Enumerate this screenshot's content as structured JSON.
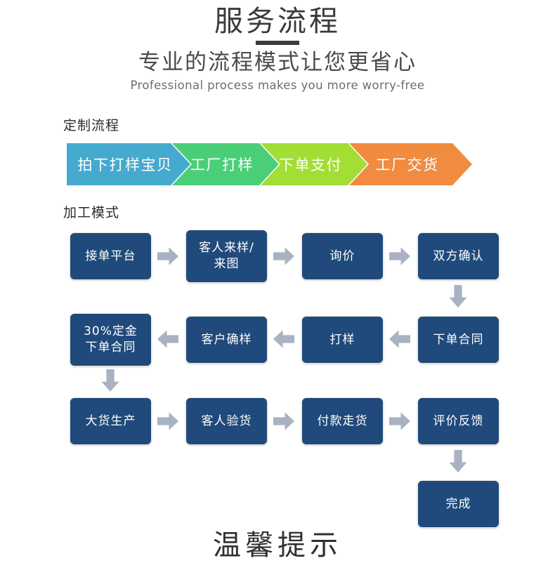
{
  "header": {
    "main_title": "服务流程",
    "sub_title": "专业的流程模式让您更省心",
    "sub_en": "Professional process makes you more worry-free"
  },
  "sections": {
    "custom_label": "定制流程",
    "process_label": "加工模式"
  },
  "ribbon": {
    "steps": [
      {
        "label": "拍下打样宝贝",
        "color": "#45AACE"
      },
      {
        "label": "工厂打样",
        "color": "#4ACF78"
      },
      {
        "label": "下单支付",
        "color": "#A2DE34"
      },
      {
        "label": "工厂交货",
        "color": "#F08B40"
      }
    ]
  },
  "flow": {
    "node_color": "#204A7B",
    "arrow_color": "#A9B2C2",
    "row1": [
      {
        "label": "接单平台"
      },
      {
        "label": "客人来样/\n来图",
        "line1": "客人来样/",
        "line2": "来图"
      },
      {
        "label": "询价"
      },
      {
        "label": "双方确认"
      }
    ],
    "row2": [
      {
        "label": "30%定金\n下单合同",
        "line1": "30%定金",
        "line2": "下单合同"
      },
      {
        "label": "客户确样"
      },
      {
        "label": "打样"
      },
      {
        "label": "下单合同"
      }
    ],
    "row3": [
      {
        "label": "大货生产"
      },
      {
        "label": "客人验货"
      },
      {
        "label": "付款走货"
      },
      {
        "label": "评价反馈"
      }
    ],
    "final": {
      "label": "完成"
    }
  },
  "bottom": {
    "clipped_title": "温馨提示"
  }
}
